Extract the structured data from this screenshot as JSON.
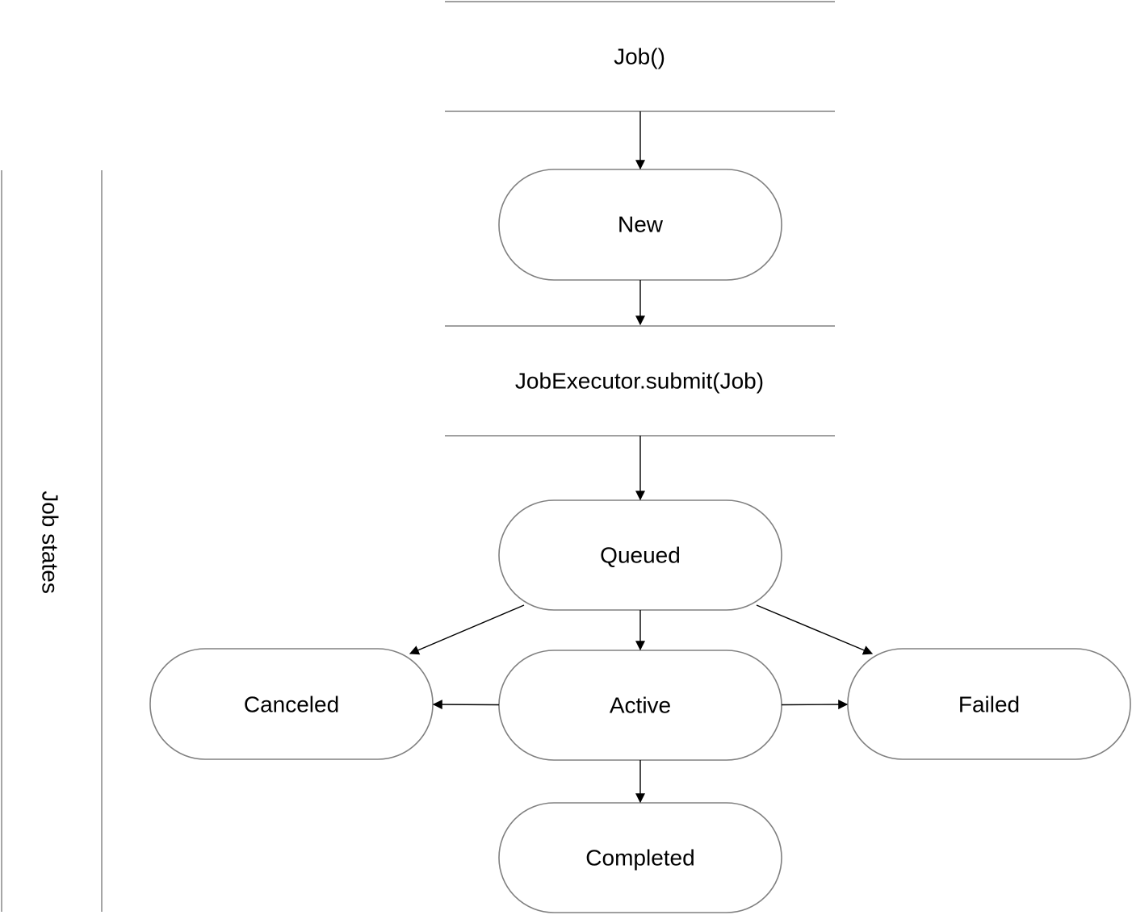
{
  "lane": {
    "label": "Job states"
  },
  "steps": {
    "constructor": "Job()",
    "submit": "JobExecutor.submit(Job)"
  },
  "states": {
    "new": "New",
    "queued": "Queued",
    "canceled": "Canceled",
    "active": "Active",
    "failed": "Failed",
    "completed": "Completed"
  },
  "colors": {
    "border": "#808080",
    "arrow": "#000000",
    "text": "#000000",
    "background": "#ffffff"
  }
}
